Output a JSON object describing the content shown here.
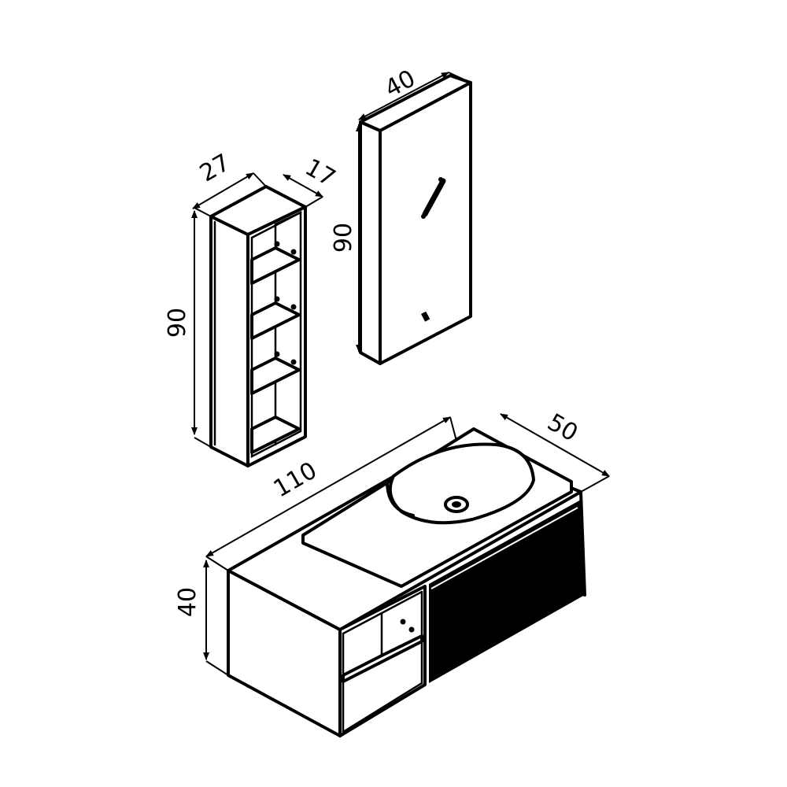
{
  "dimensions": {
    "shelf_width": "27",
    "shelf_depth": "17",
    "shelf_height": "90",
    "mirror_width": "40",
    "mirror_height": "90",
    "vanity_width": "110",
    "vanity_depth": "50",
    "vanity_height": "40"
  },
  "colors": {
    "line": "#000000",
    "background": "#ffffff"
  }
}
